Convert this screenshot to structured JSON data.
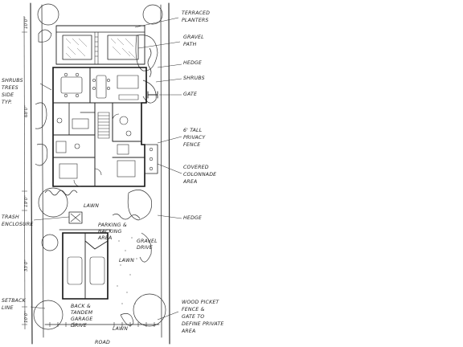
{
  "labels": {
    "terraced_planters": [
      "TERRACED",
      "PLANTERS"
    ],
    "gravel_path": [
      "GRAVEL",
      "PATH"
    ],
    "hedge_top": [
      "HEDGE"
    ],
    "shrubs": [
      "SHRUBS"
    ],
    "gate": [
      "GATE"
    ],
    "privacy_fence": [
      "6' TALL",
      "PRIVACY",
      "FENCE"
    ],
    "covered_colonnade": [
      "COVERED",
      "COLONNADE",
      "AREA"
    ],
    "hedge_mid": [
      "HEDGE"
    ],
    "shrubs_trees": [
      "SHRUBS",
      "TREES",
      "SIDE",
      "TYP."
    ],
    "trash_enclosure": [
      "TRASH",
      "ENCLOSURE"
    ],
    "setback_line": [
      "SETBACK",
      "LINE"
    ],
    "parking_backing": [
      "PARKING &",
      "BACKING",
      "AREA"
    ],
    "gravel_drive": [
      "GRAVEL",
      "DRIVE"
    ],
    "lawn_center": "LAWN",
    "lawn_small": "LAWN",
    "lawn_bottom": "LAWN",
    "back_tandem": [
      "BACK &",
      "TANDEM",
      "GARAGE",
      "DRIVE"
    ],
    "wood_picket": [
      "WOOD PICKET",
      "FENCE &",
      "GATE TO",
      "DEFINE PRIVATE",
      "AREA"
    ],
    "road": "ROAD"
  },
  "dimensions": {
    "d_top": "10'0\"",
    "d_house": "68'0\"",
    "d_mid": "19'0\"",
    "d_garage": "33'0\"",
    "d_bottom": "10'0\""
  }
}
